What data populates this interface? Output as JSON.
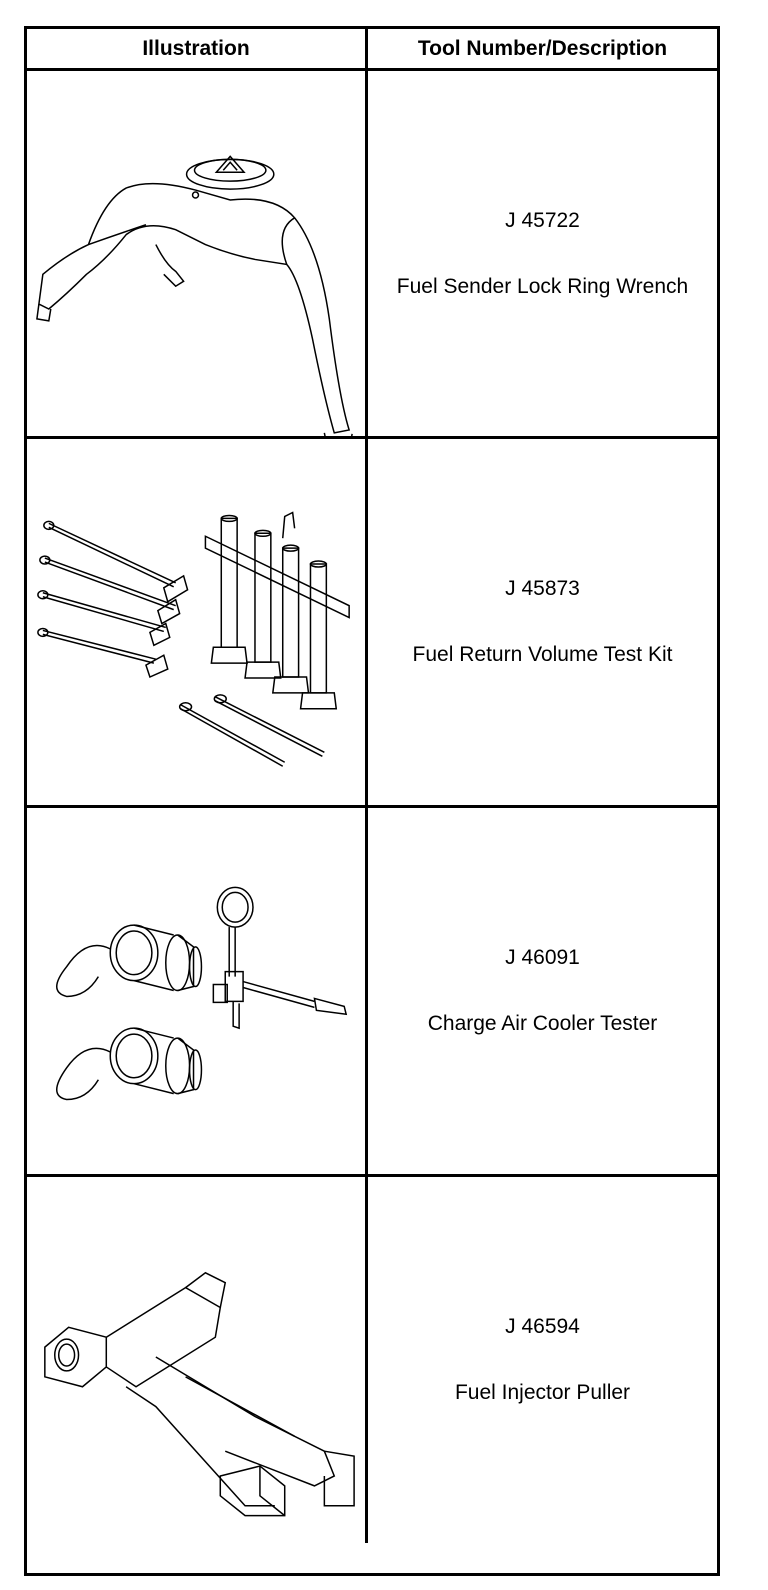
{
  "header": {
    "illustration": "Illustration",
    "description": "Tool Number/Description"
  },
  "tools": [
    {
      "number": "J 45722",
      "name": "Fuel Sender Lock Ring Wrench",
      "icon": "lock-ring-wrench-icon"
    },
    {
      "number": "J 45873",
      "name": "Fuel Return Volume Test Kit",
      "icon": "test-kit-icon"
    },
    {
      "number": "J 46091",
      "name": "Charge Air Cooler Tester",
      "icon": "cooler-tester-icon"
    },
    {
      "number": "J 46594",
      "name": "Fuel Injector Puller",
      "icon": "injector-puller-icon"
    }
  ],
  "colors": {
    "line": "#000000",
    "background": "#ffffff"
  }
}
